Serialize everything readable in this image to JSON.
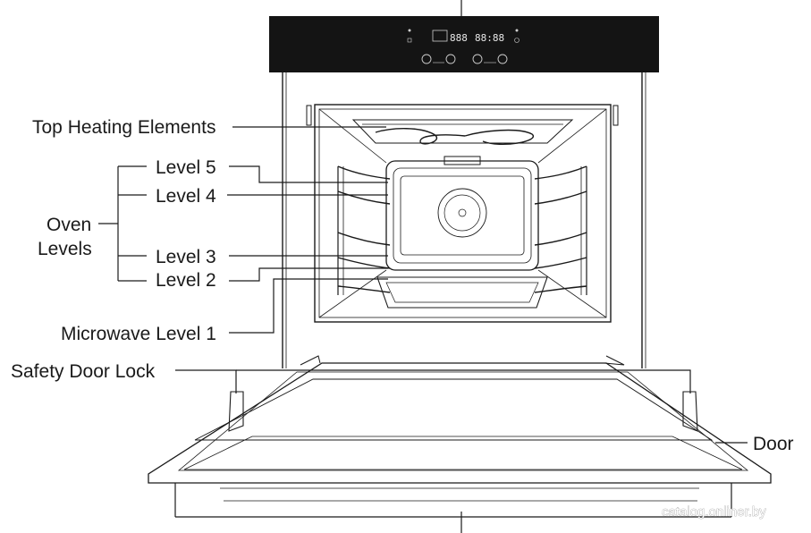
{
  "labels": {
    "top_heating": "Top Heating Elements",
    "level5": "Level 5",
    "level4": "Level 4",
    "oven_levels_line1": "Oven",
    "oven_levels_line2": "Levels",
    "level3": "Level 3",
    "level2": "Level 2",
    "microwave_level1": "Microwave Level 1",
    "safety_door_lock": "Safety Door Lock",
    "door": "Door"
  },
  "display": {
    "left_readout": "888",
    "right_readout": "88:88"
  },
  "watermark": "catalog.onliner.by",
  "colors": {
    "panel": "#141414",
    "line": "#1a1a1a",
    "background": "#ffffff"
  }
}
